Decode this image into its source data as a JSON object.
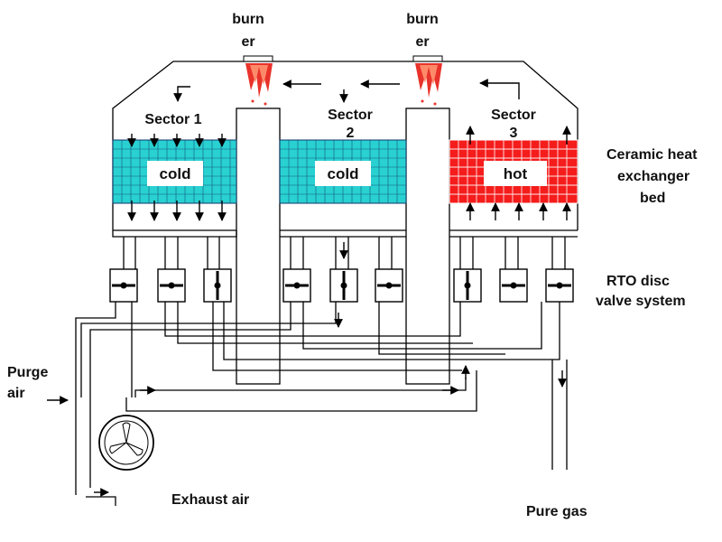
{
  "burners": [
    {
      "line1": "burn",
      "line2": "er"
    },
    {
      "line1": "burn",
      "line2": "er"
    }
  ],
  "sectors": [
    {
      "line1": "Sector 1",
      "line2": ""
    },
    {
      "line1": "Sector",
      "line2": "2"
    },
    {
      "line1": "Sector",
      "line2": "3"
    }
  ],
  "beds": [
    "cold",
    "cold",
    "hot"
  ],
  "labels": {
    "heat_exchanger": [
      "Ceramic heat",
      "exchanger",
      "bed"
    ],
    "valve_system": [
      "RTO disc",
      "valve system"
    ],
    "purge": [
      "Purge",
      "air"
    ],
    "exhaust": "Exhaust air",
    "pure_gas": "Pure gas"
  },
  "colors": {
    "cold_bed": "#29d1d1",
    "hot_bed": "#f51c1c",
    "flame": "#e8322a",
    "grid_line": "#10386a"
  }
}
